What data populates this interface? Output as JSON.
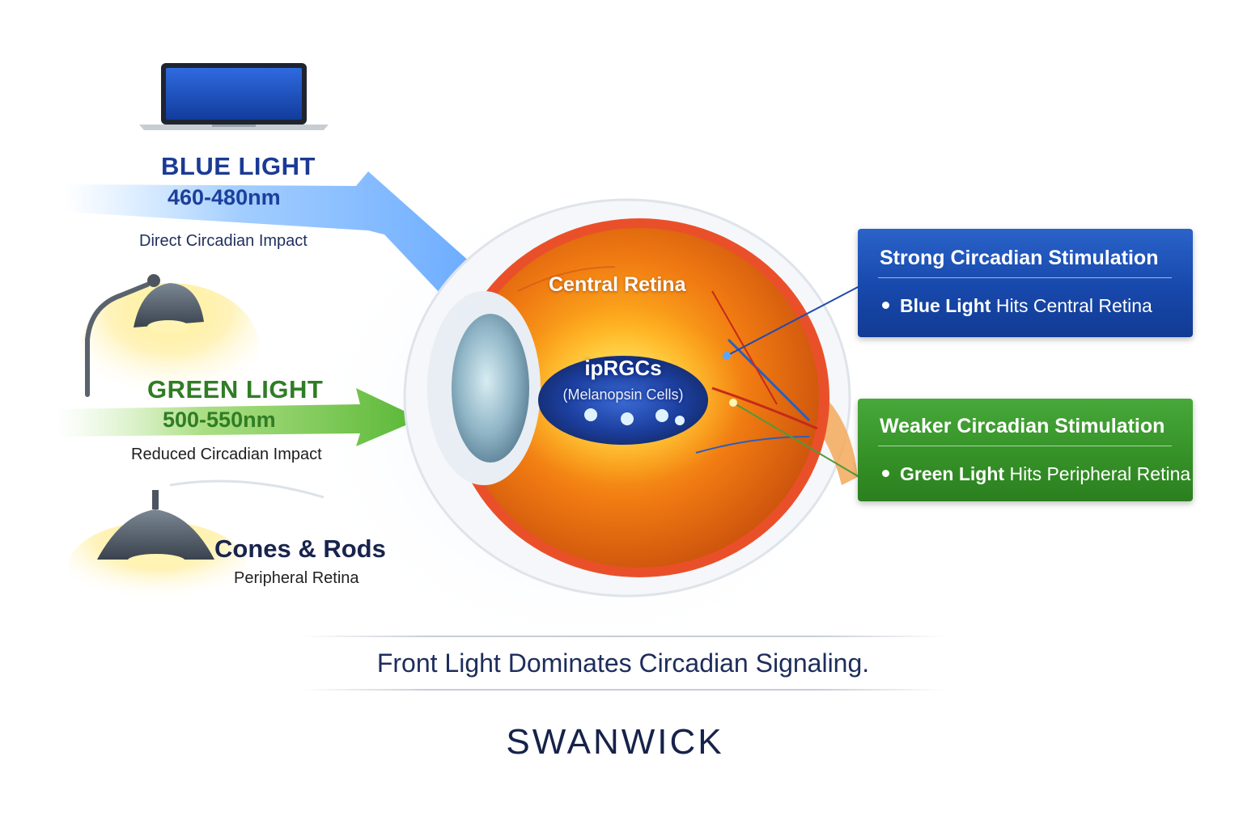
{
  "sources": {
    "blue": {
      "title": "BLUE LIGHT",
      "wavelength": "460-480nm",
      "note": "Direct Circadian Impact"
    },
    "green": {
      "title": "GREEN LIGHT",
      "wavelength": "500-550nm",
      "note": "Reduced Circadian Impact"
    },
    "cones": {
      "title": "Cones & Rods",
      "note": "Peripheral Retina"
    }
  },
  "eye": {
    "central_retina": "Central Retina",
    "iprgc_title": "ipRGCs",
    "iprgc_subtitle": "(Melanopsin Cells)"
  },
  "panels": {
    "strong": {
      "title": "Strong Circadian Stimulation",
      "bullet_bold": "Blue Light",
      "bullet_rest": " Hits Central Retina"
    },
    "weak": {
      "title": "Weaker Circadian Stimulation",
      "bullet_bold": "Green Light",
      "bullet_rest": " Hits Peripheral Retina"
    }
  },
  "caption": "Front Light Dominates Circadian Signaling.",
  "brand": "SWANWICK",
  "icons": [
    "laptop-icon",
    "desk-lamp-icon",
    "ceiling-lamp-icon",
    "eye-illustration"
  ],
  "colors": {
    "blue_accent": "#1a3a94",
    "green_accent": "#2f7d25",
    "strong_panel": "#1748ab",
    "weak_panel": "#359227",
    "text_dark": "#1d2d5c"
  }
}
